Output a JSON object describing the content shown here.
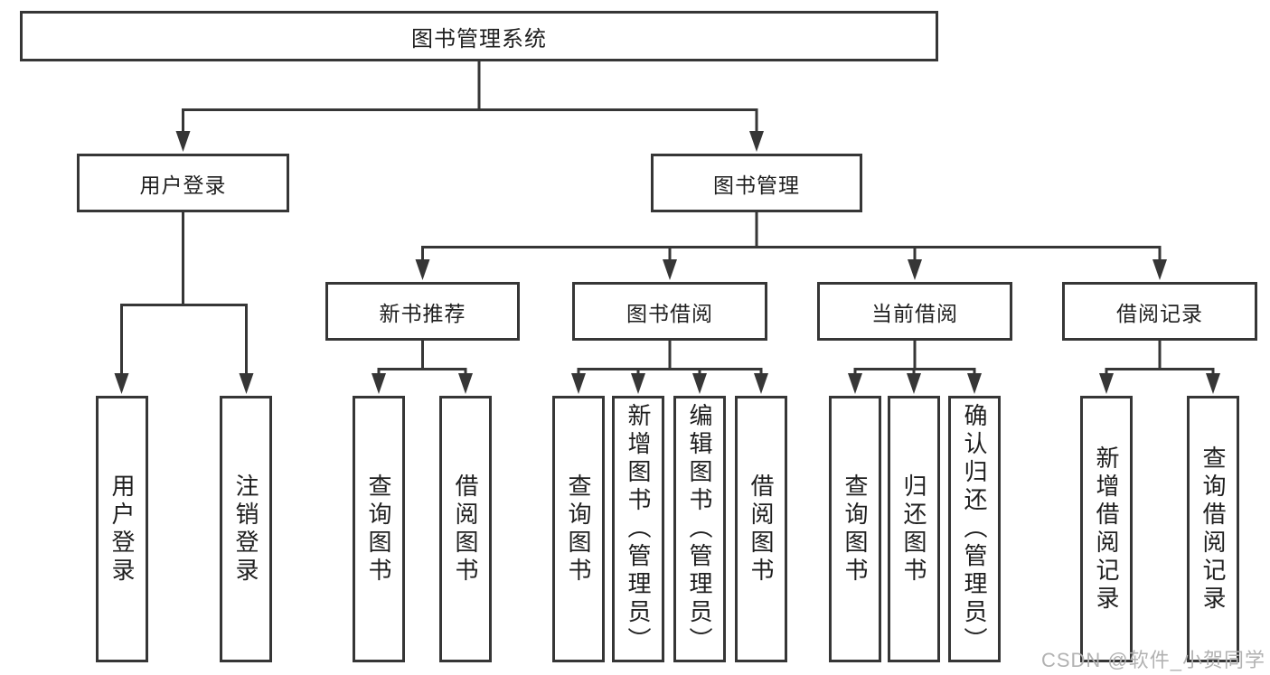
{
  "diagram": {
    "background": "#ffffff",
    "line_color": "#333333",
    "text_color": "#1f1f1f",
    "watermark": {
      "text": "CSDN @软件_小贺同学",
      "color": "#b2b2b2"
    },
    "nodes": {
      "root": "图书管理系统",
      "user_login": "用户登录",
      "book_management": "图书管理",
      "new_book_recommend": "新书推荐",
      "book_borrow": "图书借阅",
      "current_borrow": "当前借阅",
      "borrow_records": "借阅记录",
      "leaves": {
        "user_login_children": [
          "用户登录",
          "注销登录"
        ],
        "new_book_children": [
          "查询图书",
          "借阅图书"
        ],
        "book_borrow_children": [
          "查询图书",
          "新增图书（管理员）",
          "编辑图书（管理员）",
          "借阅图书"
        ],
        "current_borrow_children": [
          "查询图书",
          "归还图书",
          "确认归还（管理员）"
        ],
        "borrow_records_children": [
          "新增借阅记录",
          "查询借阅记录"
        ]
      }
    }
  }
}
